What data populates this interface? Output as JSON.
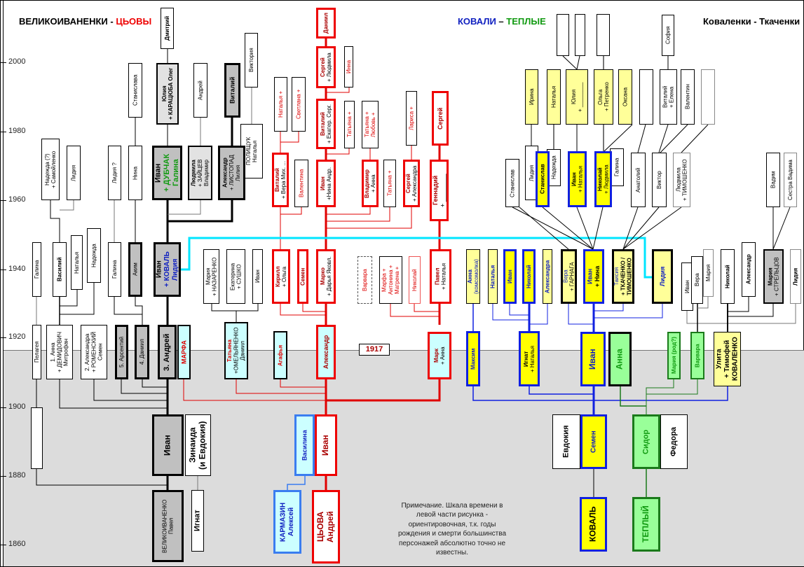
{
  "titles": {
    "left_black": "ВЕЛИКОИВАНЕНКИ - ",
    "left_red": "ЦЬОВЫ",
    "middle_blue": "КОВАЛИ",
    "middle_sep": " – ",
    "middle_green": "ТЕПЛЫЕ",
    "right": "Коваленки - Ткаченки"
  },
  "axis": {
    "years": [
      "2000",
      "1980",
      "1960",
      "1940",
      "1920",
      "1900",
      "1880",
      "1860"
    ]
  },
  "marker_1917": "1917",
  "note": "Примечание. Шкала времени в левой части рисунка - ориентировочная, т.к. годы рождения и смерти большинства персонажей абсолютно точно не известны.",
  "colors": {
    "red_line": "#e00000",
    "blue_line": "#1020e0",
    "green_line": "#1a7a1a",
    "cyan_line": "#00e5ff",
    "yellow": "#ffff00",
    "light_yellow": "#ffff99",
    "cyan_fill": "#ccffff",
    "green_fill": "#99ff99",
    "gray_fill": "#c0c0c0",
    "past_bg": "#dcdcdc"
  },
  "persons": {
    "dmitriy": [
      "Дмитрий"
    ],
    "stanislava": [
      "Станислава"
    ],
    "yulia_karatsuba": [
      "Юлия",
      "+ КАРАЦЮБА Олег"
    ],
    "andrey_l": [
      "Андрей"
    ],
    "vitaliy_l": [
      "Виталий"
    ],
    "viktoria": [
      "Виктория"
    ],
    "polishchuk": [
      "ПОЛИЩУК",
      "Наталья"
    ],
    "nadezhda_samoilenko": [
      "Надежда (?)",
      "+ Самойленко"
    ],
    "lidia_1": [
      "Лидия"
    ],
    "lidia_q": [
      "Лидия ?"
    ],
    "nina_l": [
      "Нина"
    ],
    "ivan_dubchak": [
      "Иван",
      "+ ДУБЧАК",
      "Галина"
    ],
    "lyudmila_zaitsev": [
      "Людмила",
      "+ ЗАЙЦЕВ",
      "Владимир"
    ],
    "aleksandr_listopad": [
      "Александр",
      "+ ЛИСТОПАД",
      "Лилия"
    ],
    "galina_1": [
      "Галина"
    ],
    "vasiliy": [
      "Василий"
    ],
    "natalya_l": [
      "Наталья"
    ],
    "nadezhda_l": [
      "Надежда"
    ],
    "galina_2": [
      "Галина"
    ],
    "akim": [
      "Аким"
    ],
    "ivan_koval": [
      "Иван",
      "+ КОВАЛЬ",
      "Лидия"
    ],
    "maria_nazarenko": [
      "Мария",
      "+ НАЗАРЕНКО"
    ],
    "ekaterina_sushko": [
      "Екатерина",
      "+ СУШКО"
    ],
    "ivan_l2": [
      "Иван"
    ],
    "pelageya": [
      "Пелагея"
    ],
    "anna_demidovich": [
      "1. Анна",
      "+ ДЕМИДОВИЧ",
      "Митрофан"
    ],
    "aleksandra_romensky": [
      "2. Александра",
      "+ РОМЕНСКИЙ",
      "Семен"
    ],
    "arsentiy": [
      "5. Арсентий"
    ],
    "daniil_4": [
      "4. Даниил"
    ],
    "andrey_3": [
      "3. Андрей"
    ],
    "marfa": [
      "МАРФА"
    ],
    "tatyana_omelyanenko": [
      "Татьяна",
      "+ОМЕЛЬЯНЕНКО",
      "Даниил"
    ],
    "pelageya_spouse": [],
    "ivan_root": [
      "Иван"
    ],
    "zinaida": [
      "Зинаида",
      "(и Евдокия)"
    ],
    "velikoivanenko": [
      "ВЕЛИКОИВАНЕНКО",
      "Павел"
    ],
    "ignat": [
      "Игнат"
    ],
    "daniil_r": [
      "Даниил"
    ],
    "sergey_lyudmila": [
      "Сергей",
      "+ Людмила"
    ],
    "inna": [
      "Инна"
    ],
    "natalya_plus": [
      "Наталья +"
    ],
    "svetlana_plus": [
      "Светлана +"
    ],
    "vitaliy_ekater": [
      "Виталий",
      "+ Екатер. Серг."
    ],
    "tatyana_plus_1": [
      "Татьяна +"
    ],
    "tatyana_lyubov": [
      "Татьяна +",
      "Любовь +"
    ],
    "larisa": [
      "Лариса +"
    ],
    "sergey_r": [
      "Сергей"
    ],
    "vitaliy_vera": [
      "Виталий",
      "+ Вера Мих. ..."
    ],
    "valentina": [
      "Валентина"
    ],
    "ivan_nina_andr": [
      "Иван",
      "+Нина Андр."
    ],
    "vladimir_anna": [
      "Владимир",
      "+ Анна"
    ],
    "tatyana_plus_2": [
      "Татьяна +"
    ],
    "sergey_aleksandra": [
      "Сергей",
      "+ Александра"
    ],
    "gennadiy": [
      "Геннадий",
      "+ ________"
    ],
    "kirill_olga": [
      "Кирилл",
      "+ Ольга"
    ],
    "semen_r": [
      "Семен"
    ],
    "marko": [
      "Марко",
      "+ Дарья Яковл."
    ],
    "varvara_r": [
      "Варвара"
    ],
    "marfa_antonina": [
      "Марфа +",
      "Антонина +",
      "Матрена +"
    ],
    "nikolay_r": [
      "Николай"
    ],
    "pavel_natalya": [
      "Павел",
      "+ Наталья"
    ],
    "agafya": [
      "Агафья"
    ],
    "aleksandr_r": [
      "Александр"
    ],
    "mark_anna": [
      "Марк",
      "+ Анна"
    ],
    "vasilina": [
      "Василина"
    ],
    "ivan_r": [
      "Иван"
    ],
    "karmazin": [
      "КАРМАЗИН",
      "Алексей"
    ],
    "tsova": [
      "ЦЬОВА",
      "Андрей"
    ],
    "empty_1": [],
    "empty_2": [],
    "empty_3": [],
    "sofia": [
      "София"
    ],
    "irina": [
      "Ирина"
    ],
    "natalya_y": [
      "Наталья"
    ],
    "yulia_y": [
      "Юлия",
      "+ ________"
    ],
    "olga_petrenko": [
      "Ольга",
      "+ Петренко"
    ],
    "oksana": [
      "Оксана"
    ],
    "empty_4": [],
    "vitaliy_elena": [
      "Виталий",
      "+ Елена"
    ],
    "valentin": [
      "Валентин"
    ],
    "empty_5": [],
    "stanislav_w": [
      "Станислав"
    ],
    "lidia_r": [
      "Лидия"
    ],
    "nadezhda_r": [
      "Надежда"
    ],
    "stanislav_y": [
      "Станислав"
    ],
    "ivan_natalya": [
      "Иван",
      "+ Наталья"
    ],
    "galina_r": [
      "Галина"
    ],
    "nikolay_lyudmila": [
      "Николай",
      "+ Людмила"
    ],
    "anatoliy": [
      "Анатолий"
    ],
    "viktor": [
      "Виктор"
    ],
    "lyudmila_timoshenko": [
      "Людмила",
      "+ ТИМОШЕНКО"
    ],
    "vadim": [
      "Вадим"
    ],
    "sestra_vadima": [
      "Сестра Вадима"
    ],
    "anna_komsomolka": [
      "Анна",
      "(комсомолка)"
    ],
    "natalya_b": [
      "Наталья"
    ],
    "ivan_b": [
      "Иван"
    ],
    "nikolay_b": [
      "Николай"
    ],
    "aleksandra_b": [
      "Александра"
    ],
    "vera_garnaga": [
      "Вера",
      "+ ГАРНАГА"
    ],
    "ivan_nina": [
      "Иван",
      "+ Нина"
    ],
    "taisia": [
      "Таисия",
      "+ ТКАЧЕНКО /",
      "ТИМОШЕНКО"
    ],
    "lidia_b": [
      "Лидия"
    ],
    "ivan_w": [
      "Иван"
    ],
    "vera_w": [
      "Вера"
    ],
    "maria_w": [
      "Мария"
    ],
    "nikolay_w": [
      "Николай"
    ],
    "aleksandr_w": [
      "Александр"
    ],
    "maria_streltsov": [
      "Мария",
      "+ СТРЕЛЬЦОВ"
    ],
    "lidia_w": [
      "Лидия"
    ],
    "maksim": [
      "Максим"
    ],
    "ignat_natalya": [
      "Игнат",
      "+ Наталья"
    ],
    "ivan_big": [
      "Иван"
    ],
    "anna_green": [
      "Анна"
    ],
    "maria_rod": [
      "Мария (род?)"
    ],
    "varvara_g": [
      "Варвара"
    ],
    "ulita": [
      "Улита",
      "+ Тимофей",
      "КОВАЛЕНКО"
    ],
    "evdokia": [
      "Евдокия"
    ],
    "semen_y": [
      "Семен"
    ],
    "sidor": [
      "Сидор"
    ],
    "fedora": [
      "Федора"
    ],
    "koval": [
      "КОВАЛЬ"
    ],
    "teply": [
      "ТЕПЛЫЙ"
    ]
  }
}
